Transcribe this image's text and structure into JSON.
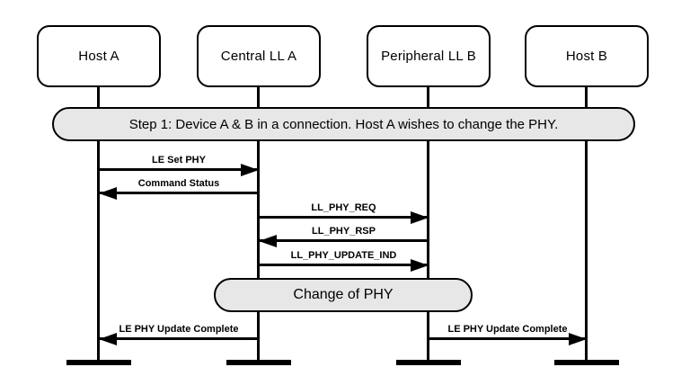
{
  "diagram": {
    "title_hint": "PHY change message sequence chart",
    "participants": [
      {
        "label": "Host A"
      },
      {
        "label": "Central LL A"
      },
      {
        "label": "Peripheral LL B"
      },
      {
        "label": "Host B"
      }
    ],
    "banner": {
      "label": "Step 1: Device A & B in a connection. Host A wishes to change the PHY."
    },
    "messages": [
      {
        "label": "LE Set PHY",
        "from": "Host A",
        "to": "Central LL A",
        "direction": "right"
      },
      {
        "label": "Command Status",
        "from": "Central LL A",
        "to": "Host A",
        "direction": "left"
      },
      {
        "label": "LL_PHY_REQ",
        "from": "Central LL A",
        "to": "Peripheral LL B",
        "direction": "right"
      },
      {
        "label": "LL_PHY_RSP",
        "from": "Peripheral LL B",
        "to": "Central LL A",
        "direction": "left"
      },
      {
        "label": "LL_PHY_UPDATE_IND",
        "from": "Central LL A",
        "to": "Peripheral LL B",
        "direction": "right"
      },
      {
        "label": "LE PHY Update Complete",
        "from": "Central LL A",
        "to": "Host A",
        "direction": "left"
      },
      {
        "label": "LE PHY Update Complete",
        "from": "Peripheral LL B",
        "to": "Host B",
        "direction": "right"
      }
    ],
    "state_label": {
      "label": "Change of PHY"
    },
    "colors": {
      "line": "#000000",
      "banner_fill": "#e7e7e7",
      "box_fill": "#ffffff"
    }
  }
}
